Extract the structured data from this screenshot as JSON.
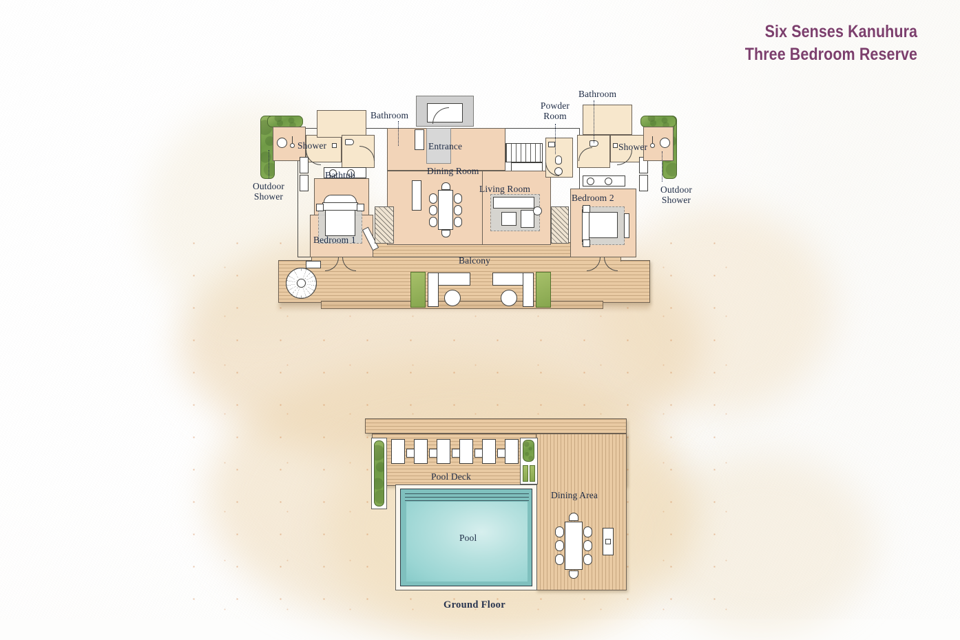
{
  "title": {
    "line1": "Six Senses Kanuhura",
    "line2": "Three Bedroom Reserve",
    "color": "#7c3f6d"
  },
  "palette": {
    "paper": "#fdfdfc",
    "sand": "#f2e0c6",
    "room_fill": "#f2d4b8",
    "room_light": "#f7e7cc",
    "deck_wood": "#e9caa3",
    "pool_water": "#b6e1df",
    "pool_edge": "#7fc0be",
    "hedge_green": "#7aa352",
    "label_ink": "#1d2a44",
    "wall_ink": "#4a4a48"
  },
  "upper_floor": {
    "labels": [
      {
        "id": "bathroom-left",
        "text": "Bathroom"
      },
      {
        "id": "shower-left",
        "text": "Shower"
      },
      {
        "id": "outdoor-shower-left",
        "line1": "Outdoor",
        "line2": "Shower"
      },
      {
        "id": "bathtub",
        "text": "Bathtub"
      },
      {
        "id": "bedroom-1",
        "text": "Bedroom 1"
      },
      {
        "id": "entrance",
        "text": "Entrance"
      },
      {
        "id": "dining-room",
        "text": "Dining Room"
      },
      {
        "id": "living-room",
        "text": "Living Room"
      },
      {
        "id": "powder-room",
        "line1": "Powder",
        "line2": "Room"
      },
      {
        "id": "bathroom-right",
        "text": "Bathroom"
      },
      {
        "id": "shower-right",
        "text": "Shower"
      },
      {
        "id": "outdoor-shower-right",
        "line1": "Outdoor",
        "line2": "Shower"
      },
      {
        "id": "bedroom-2",
        "text": "Bedroom 2"
      },
      {
        "id": "balcony",
        "text": "Balcony"
      }
    ]
  },
  "ground_floor": {
    "caption": "Ground Floor",
    "labels": [
      {
        "id": "pool-deck",
        "text": "Pool Deck"
      },
      {
        "id": "pool",
        "text": "Pool"
      },
      {
        "id": "dining-area",
        "text": "Dining Area"
      }
    ],
    "features": {
      "sun_loungers": 6,
      "dining_chairs": 6
    }
  }
}
